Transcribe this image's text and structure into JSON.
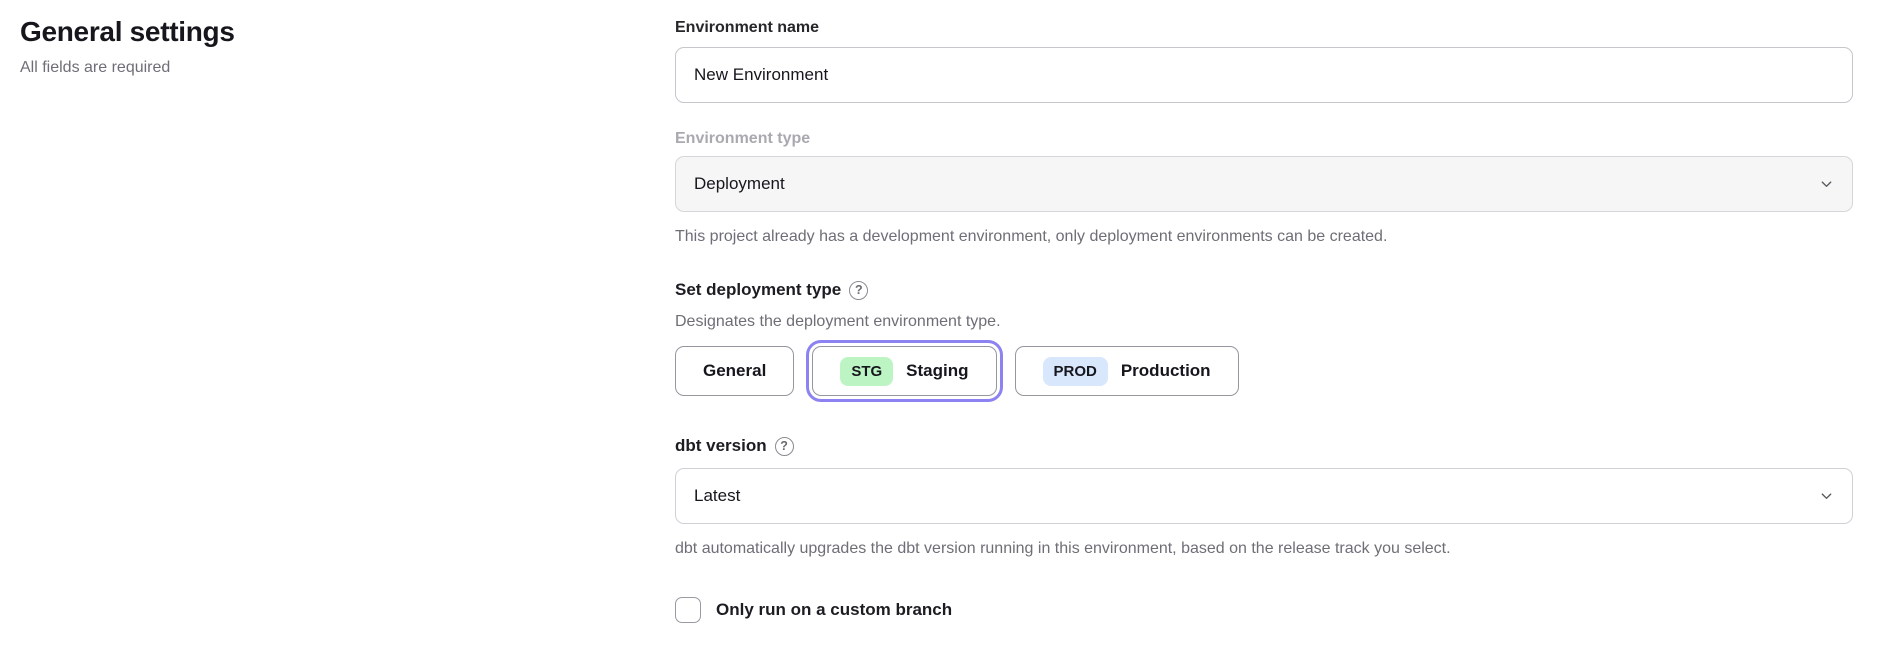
{
  "page": {
    "title": "General settings",
    "subtitle": "All fields are required"
  },
  "form": {
    "environment_name": {
      "label": "Environment name",
      "value": "New Environment"
    },
    "environment_type": {
      "label": "Environment type",
      "value": "Deployment",
      "disabled": true,
      "helper": "This project already has a development environment, only deployment environments can be created."
    },
    "deployment_type": {
      "label": "Set deployment type",
      "helper": "Designates the deployment environment type.",
      "options": [
        {
          "label": "General",
          "selected": false
        },
        {
          "badge": "STG",
          "label": "Staging",
          "selected": true,
          "badge_color": "#bdf4c4"
        },
        {
          "badge": "PROD",
          "label": "Production",
          "selected": false,
          "badge_color": "#d9e7fc"
        }
      ]
    },
    "dbt_version": {
      "label": "dbt version",
      "value": "Latest",
      "helper": "dbt automatically upgrades the dbt version running in this environment, based on the release track you select."
    },
    "custom_branch": {
      "label": "Only run on a custom branch",
      "checked": false
    }
  },
  "icons": {
    "help_glyph": "?",
    "chevron_down": "chevron-down"
  },
  "colors": {
    "selected_ring": "#8c82f2",
    "badge_green": "#bdf4c4",
    "badge_blue": "#d9e7fc"
  }
}
